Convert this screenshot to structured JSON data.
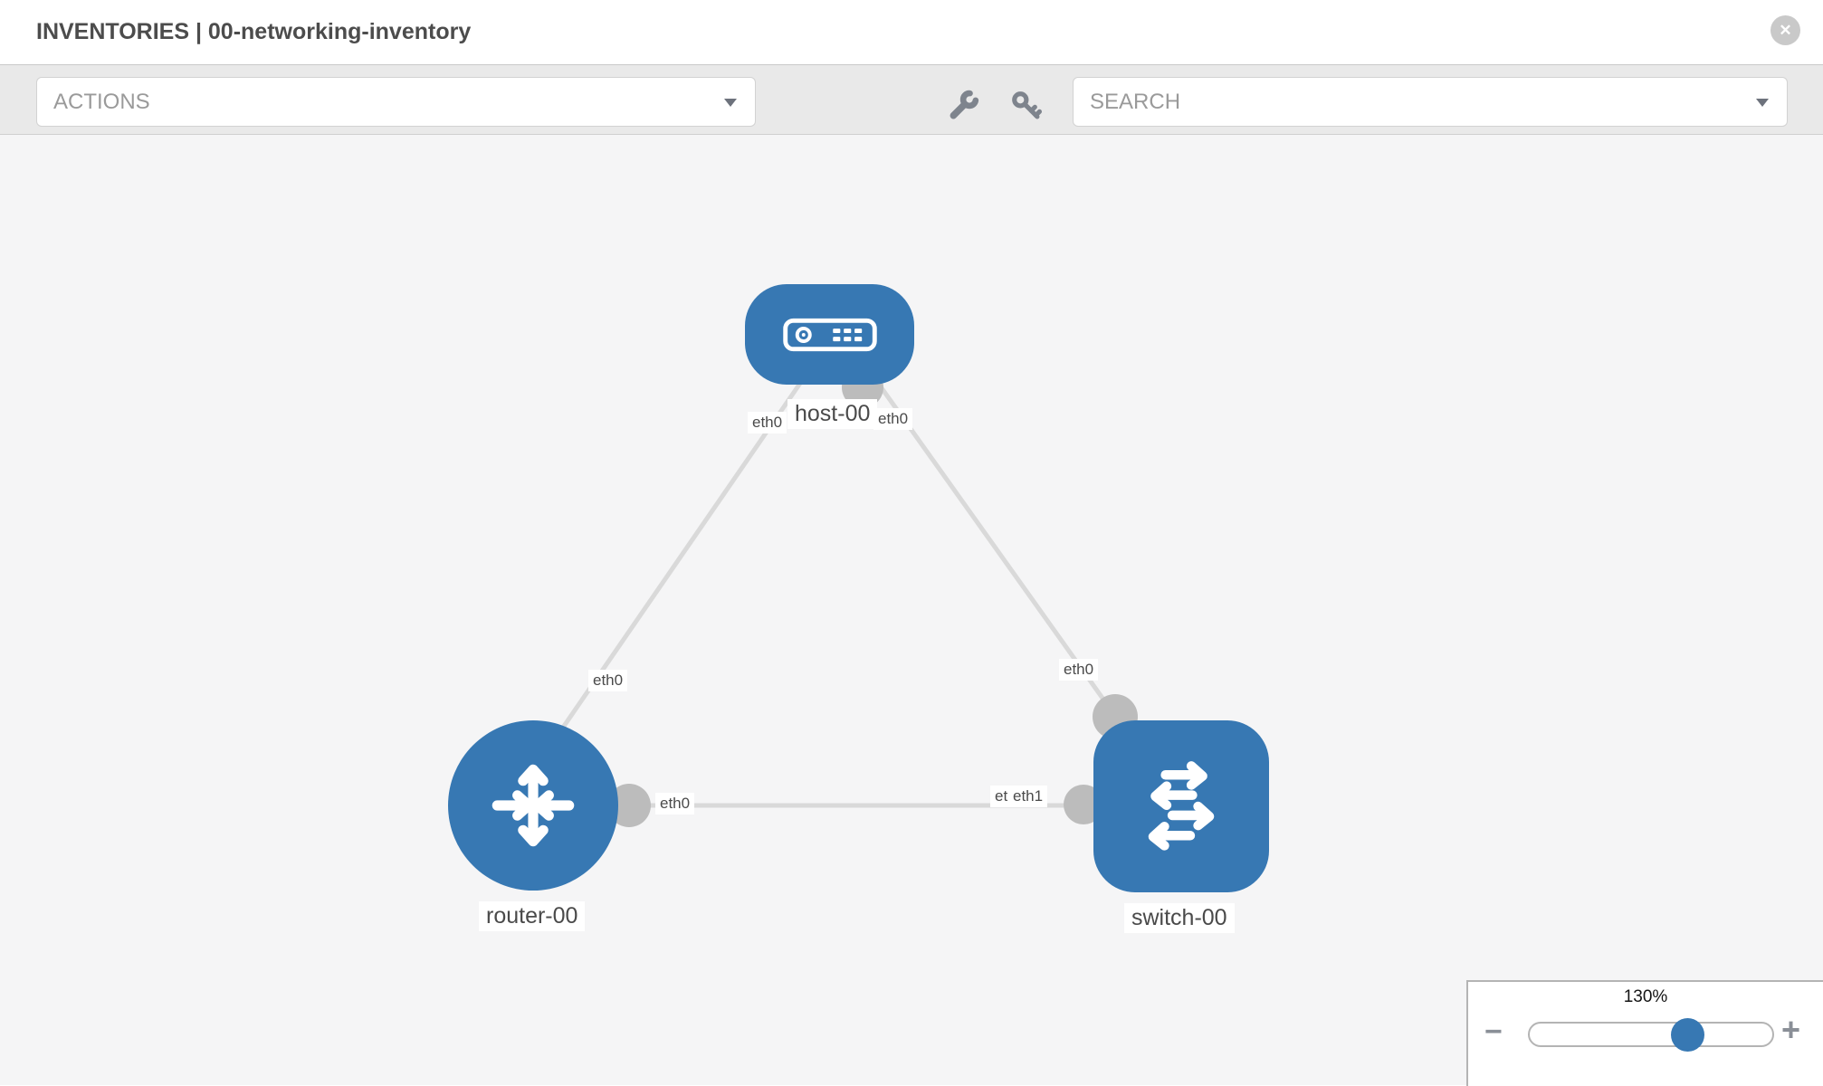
{
  "header": {
    "title": "INVENTORIES | 00-networking-inventory",
    "close_glyph": "✕"
  },
  "toolbar": {
    "actions_label": "ACTIONS",
    "search_placeholder": "SEARCH",
    "icons": [
      "wrench-icon",
      "key-icon"
    ]
  },
  "topology": {
    "nodes": [
      {
        "id": "host-00",
        "type": "host",
        "label": "host-00"
      },
      {
        "id": "router-00",
        "type": "router",
        "label": "router-00"
      },
      {
        "id": "switch-00",
        "type": "switch",
        "label": "switch-00"
      }
    ],
    "links": [
      {
        "from": "host-00",
        "to": "router-00",
        "from_interface": "eth0",
        "to_interface": "eth0"
      },
      {
        "from": "host-00",
        "to": "switch-00",
        "from_interface": "eth0",
        "to_interface": "eth0"
      },
      {
        "from": "router-00",
        "to": "switch-00",
        "from_interface": "eth0",
        "to_interface": "eth1"
      }
    ],
    "port_labels": {
      "host_to_router_at_host": "eth0",
      "host_to_switch_at_host": "eth0",
      "host_to_router_at_router": "eth0",
      "host_to_switch_at_switch": "eth0",
      "router_to_switch_at_router": "eth0",
      "router_to_switch_at_switch_under": "eth0",
      "router_to_switch_at_switch": "eth1"
    }
  },
  "zoom_control": {
    "level": "130%",
    "minus_glyph": "−",
    "plus_glyph": "+"
  },
  "colors": {
    "node_blue": "#3778b3",
    "edge_gray": "#d9d9d9",
    "endpoint_gray": "#bcbcbc",
    "canvas_bg": "#f5f5f6",
    "toolbar_bg": "#e9e9e9"
  }
}
